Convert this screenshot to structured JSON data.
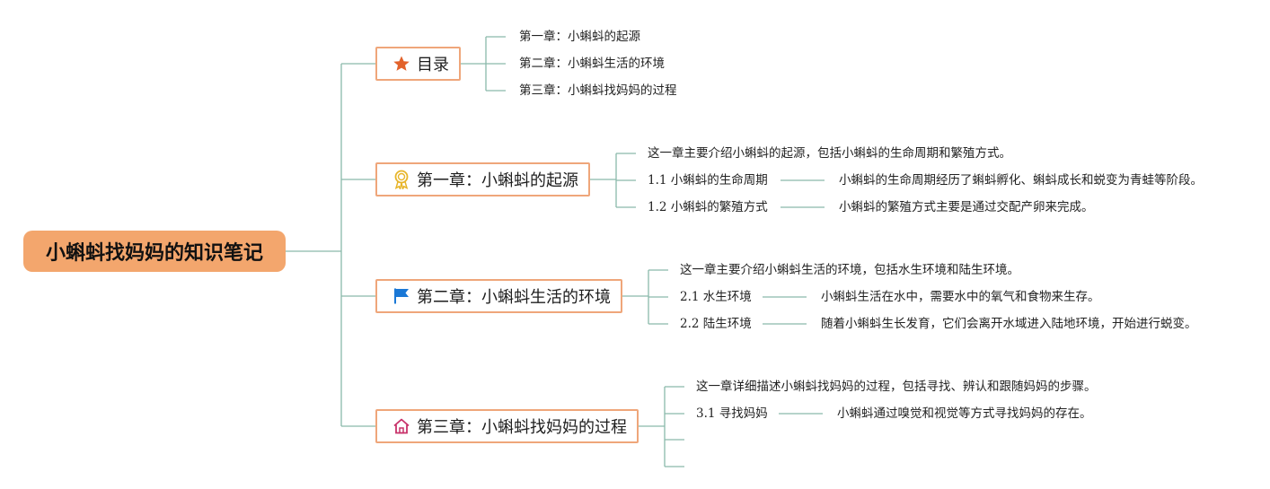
{
  "colors": {
    "root_fill": "#f3a66d",
    "branch_border": "#efa67a",
    "connector": "#8ab9ab"
  },
  "root": {
    "title": "小蝌蚪找妈妈的知识笔记"
  },
  "branches": [
    {
      "icon": "star-icon",
      "title": "目录",
      "items": [
        {
          "text": "第一章：小蝌蚪的起源"
        },
        {
          "text": "第二章：小蝌蚪生活的环境"
        },
        {
          "text": "第三章：小蝌蚪找妈妈的过程"
        }
      ]
    },
    {
      "icon": "award-badge-icon",
      "title": "第一章：小蝌蚪的起源",
      "items": [
        {
          "text": "这一章主要介绍小蝌蚪的起源，包括小蝌蚪的生命周期和繁殖方式。"
        },
        {
          "text": "1.1 小蝌蚪的生命周期",
          "detail": "小蝌蚪的生命周期经历了蝌蚪孵化、蝌蚪成长和蜕变为青蛙等阶段。"
        },
        {
          "text": "1.2 小蝌蚪的繁殖方式",
          "detail": "小蝌蚪的繁殖方式主要是通过交配产卵来完成。"
        }
      ]
    },
    {
      "icon": "flag-icon",
      "title": "第二章：小蝌蚪生活的环境",
      "items": [
        {
          "text": "这一章主要介绍小蝌蚪生活的环境，包括水生环境和陆生环境。"
        },
        {
          "text": "2.1 水生环境",
          "detail": "小蝌蚪生活在水中，需要水中的氧气和食物来生存。"
        },
        {
          "text": "2.2 陆生环境",
          "detail": "随着小蝌蚪生长发育，它们会离开水域进入陆地环境，开始进行蜕变。"
        }
      ]
    },
    {
      "icon": "home-icon",
      "title": "第三章：小蝌蚪找妈妈的过程",
      "items": [
        {
          "text": "这一章详细描述小蝌蚪找妈妈的过程，包括寻找、辨认和跟随妈妈的步骤。"
        },
        {
          "text": "3.1 寻找妈妈",
          "detail": "小蝌蚪通过嗅觉和视觉等方式寻找妈妈的存在。"
        },
        {
          "text": ""
        },
        {
          "text": ""
        }
      ]
    }
  ]
}
